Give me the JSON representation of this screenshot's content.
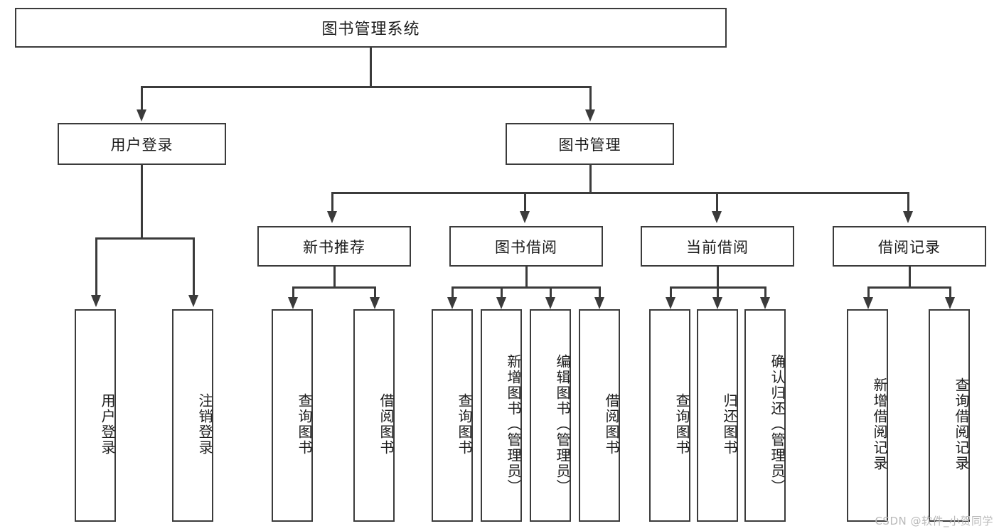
{
  "diagram": {
    "type": "tree-hierarchy",
    "title": "图书管理系统",
    "root": {
      "label": "图书管理系统",
      "children": [
        {
          "label": "用户登录",
          "children": [
            {
              "label": "用户登录"
            },
            {
              "label": "注销登录"
            }
          ]
        },
        {
          "label": "图书管理",
          "children": [
            {
              "label": "新书推荐",
              "children": [
                {
                  "label": "查询图书"
                },
                {
                  "label": "借阅图书"
                }
              ]
            },
            {
              "label": "图书借阅",
              "children": [
                {
                  "label": "查询图书"
                },
                {
                  "label": "新增图书（管理员）"
                },
                {
                  "label": "编辑图书（管理员）"
                },
                {
                  "label": "借阅图书"
                }
              ]
            },
            {
              "label": "当前借阅",
              "children": [
                {
                  "label": "查询图书"
                },
                {
                  "label": "归还图书"
                },
                {
                  "label": "确认归还（管理员）"
                }
              ]
            },
            {
              "label": "借阅记录",
              "children": [
                {
                  "label": "新增借阅记录"
                },
                {
                  "label": "查询借阅记录"
                }
              ]
            }
          ]
        }
      ]
    },
    "nodes": {
      "root": "图书管理系统",
      "l1_user_login": "用户登录",
      "l1_book_mgmt": "图书管理",
      "l2_user_login": "用户登录",
      "l2_logout": "注销登录",
      "l2_new_book_rec": "新书推荐",
      "l2_book_borrow": "图书借阅",
      "l2_current_borrow": "当前借阅",
      "l2_borrow_record": "借阅记录",
      "l3_rec_query_book": "查询图书",
      "l3_rec_borrow_book": "借阅图书",
      "l3_borrow_query_book": "查询图书",
      "l3_borrow_add_book": "新增图书（管理员）",
      "l3_borrow_edit_book": "编辑图书（管理员）",
      "l3_borrow_borrow_book": "借阅图书",
      "l3_cur_query_book": "查询图书",
      "l3_cur_return_book": "归还图书",
      "l3_cur_confirm_return": "确认归还（管理员）",
      "l3_rec_add_record": "新增借阅记录",
      "l3_rec_query_record": "查询借阅记录"
    },
    "watermark": "CSDN @软件_小贺同学",
    "colors": {
      "stroke": "#3b3b3b",
      "fill": "#ffffff",
      "text": "#1c1c1c",
      "watermark": "#b9b9b9"
    }
  }
}
